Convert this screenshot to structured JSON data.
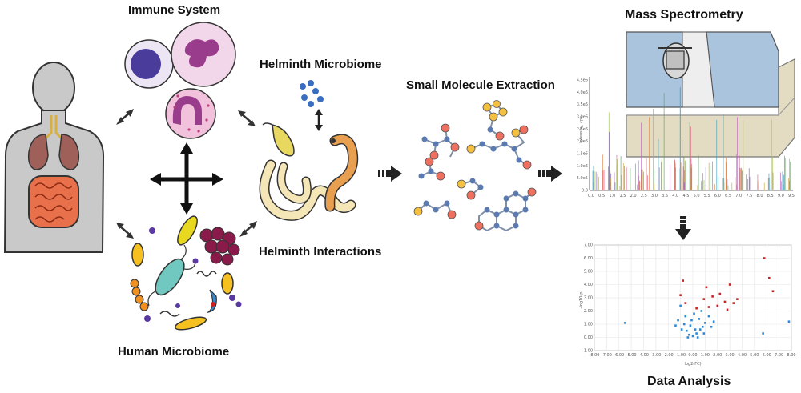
{
  "labels": {
    "immune_system": "Immune System",
    "helminth_microbiome": "Helminth Microbiome",
    "small_molecule_extraction": "Small Molecule Extraction",
    "mass_spectrometry": "Mass Spectrometry",
    "helminth_interactions": "Helminth Interactions",
    "human_microbiome": "Human Microbiome",
    "data_analysis": "Data Analysis"
  },
  "colors": {
    "body_gray": "#c9c9c9",
    "lung": "#a0605a",
    "intestine": "#e8704a",
    "immune_cell_bg": "#f2d6ea",
    "immune_nucleus": "#9a3c8c",
    "lymphocyte": "#4a3c9a",
    "worm": "#f5e6b8",
    "worm_orange": "#e8a050",
    "molecule_red": "#f07060",
    "molecule_blue": "#5a7ab0",
    "molecule_yellow": "#f5c040",
    "ms_blue": "#a9c4dc",
    "ms_tan": "#e3dcc2",
    "volcano_up": "#cc2222",
    "volcano_neutral": "#2a88d8"
  },
  "chart_data": [
    {
      "type": "line",
      "title": "",
      "ylabel": "Intensity, cps",
      "yticks": [
        "0.0",
        "5.0e5",
        "1.0e6",
        "1.5e6",
        "2.0e6",
        "2.5e6",
        "3.0e6",
        "3.5e6",
        "4.0e6",
        "4.5e6"
      ],
      "xticks": [
        "0.0",
        "0.5",
        "1.0",
        "1.5",
        "2.0",
        "2.5",
        "3.0",
        "3.5",
        "4.0",
        "4.5",
        "5.0",
        "5.5",
        "6.0",
        "6.5",
        "7.0",
        "7.5",
        "8.0",
        "8.5",
        "9.0",
        "9.5"
      ]
    },
    {
      "type": "scatter",
      "xlabel": "log2(FC)",
      "ylabel": "-log10(p)",
      "xlim": [
        -8,
        8
      ],
      "ylim": [
        -1,
        7
      ],
      "xticks": [
        "-8.00",
        "-7.00",
        "-6.00",
        "-5.00",
        "-4.00",
        "-3.00",
        "-2.00",
        "-1.00",
        "0.00",
        "1.00",
        "2.00",
        "3.00",
        "4.00",
        "5.00",
        "6.00",
        "7.00",
        "8.00"
      ],
      "yticks": [
        "7.00",
        "6.00",
        "5.00",
        "4.00",
        "3.00",
        "2.00",
        "1.00",
        "0.00",
        "-1.00"
      ],
      "series": [
        {
          "color": "#cc2222",
          "points": [
            [
              -1.0,
              3.2
            ],
            [
              -0.6,
              2.6
            ],
            [
              0.3,
              2.2
            ],
            [
              0.9,
              2.9
            ],
            [
              1.3,
              2.3
            ],
            [
              1.6,
              3.1
            ],
            [
              2.2,
              3.3
            ],
            [
              2.6,
              2.7
            ],
            [
              3.0,
              4.0
            ],
            [
              3.3,
              2.6
            ],
            [
              -0.8,
              4.3
            ],
            [
              2.0,
              2.4
            ],
            [
              3.6,
              2.9
            ],
            [
              5.8,
              6.0
            ],
            [
              6.2,
              4.5
            ],
            [
              6.5,
              3.5
            ],
            [
              1.1,
              3.8
            ],
            [
              2.8,
              2.1
            ]
          ]
        },
        {
          "color": "#2a88d8",
          "points": [
            [
              -1.0,
              2.4
            ],
            [
              -0.7,
              1.0
            ],
            [
              -0.5,
              0.5
            ],
            [
              -0.3,
              0.2
            ],
            [
              0.0,
              0.1
            ],
            [
              0.3,
              0.3
            ],
            [
              0.6,
              0.6
            ],
            [
              1.0,
              1.1
            ],
            [
              1.3,
              1.6
            ],
            [
              -0.2,
              0.9
            ],
            [
              0.5,
              1.4
            ],
            [
              -0.9,
              0.6
            ],
            [
              0.9,
              0.3
            ],
            [
              0.1,
              1.8
            ],
            [
              -0.6,
              1.6
            ],
            [
              1.5,
              0.8
            ],
            [
              0.4,
              0.0
            ],
            [
              -0.4,
              0.0
            ],
            [
              0.2,
              0.6
            ],
            [
              -1.2,
              1.3
            ],
            [
              -5.5,
              1.1
            ],
            [
              5.7,
              0.3
            ],
            [
              7.8,
              1.2
            ],
            [
              0.7,
              2.0
            ],
            [
              -0.1,
              1.3
            ],
            [
              1.7,
              1.2
            ],
            [
              -1.4,
              0.9
            ],
            [
              0.8,
              0.8
            ]
          ]
        }
      ]
    }
  ]
}
